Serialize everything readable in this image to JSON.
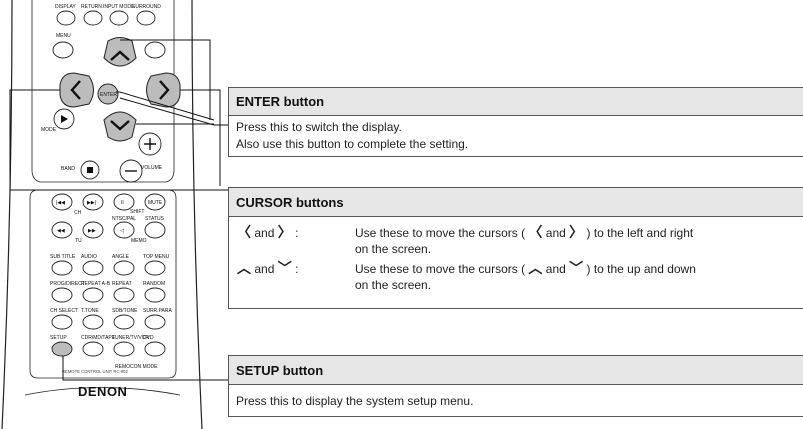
{
  "remote": {
    "brand": "DENON",
    "model": "REMOTE CONTROL UNIT RC-902",
    "mode_caption": "REMOCON MODE",
    "buttons": {
      "display": "DISPLAY",
      "return": "RETURN",
      "input_mode": "INPUT MODE",
      "surround": "SURROUND",
      "menu": "MENU",
      "enter": "ENTER",
      "mode": "MODE",
      "band": "BAND",
      "volume": "VOLUME",
      "ch": "CH",
      "shift": "SHIFT",
      "ntsc_pal": "NTSC/PAL",
      "status": "STATUS",
      "mute": "MUTE",
      "tu": "TU",
      "memo": "MEMO",
      "sub_title": "SUB TITLE",
      "audio": "AUDIO",
      "angle": "ANGLE",
      "top_menu": "TOP MENU",
      "prog_direct": "PROG/DIRECT",
      "repeat_ab": "REPEAT A-B",
      "repeat": "REPEAT",
      "random": "RANDOM",
      "ch_select": "CH SELECT",
      "t_tone": "T.TONE",
      "sdb_tone": "SDB/TONE",
      "surr_para": "SURR.PARA",
      "setup": "SETUP",
      "cdr_md_tape": "CDR/MD/TAPE",
      "tuner_tv_vcr": "TUNER/TV/VCR",
      "dvd": "DVD"
    }
  },
  "enter_section": {
    "title": "ENTER button",
    "lines": [
      "Press this to switch the display.",
      "Also use this button to complete the setting."
    ]
  },
  "cursor_section": {
    "title": "CURSOR buttons",
    "lr_key": "and",
    "lr_colon": ":",
    "lr_line1_a": "Use these to move the cursors (",
    "lr_line1_b": "and",
    "lr_line1_c": ") to the left and right",
    "lr_line2": "on the screen.",
    "ud_key": "and",
    "ud_colon": ":",
    "ud_line1_a": "Use these to move the cursors (",
    "ud_line1_b": "and",
    "ud_line1_c": ") to the up and down",
    "ud_line2": "on the screen."
  },
  "setup_section": {
    "title": "SETUP button",
    "text": "Press this to display the system setup menu."
  }
}
